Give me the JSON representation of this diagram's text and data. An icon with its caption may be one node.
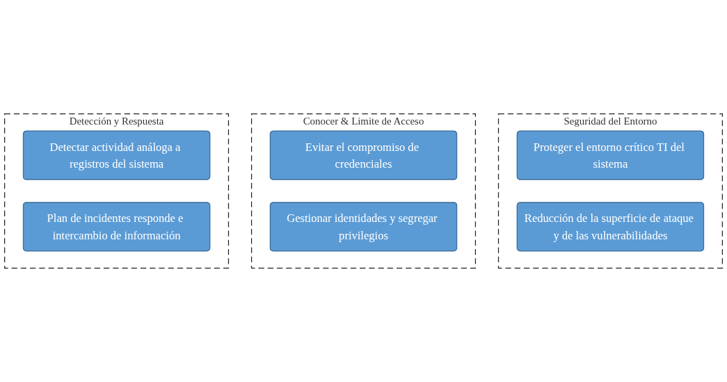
{
  "diagram": {
    "nodes": [
      {
        "text": [
          "Seguridad del Entorno"
        ]
      },
      {
        "text": [
          "Proteger el entorno crítico TI del sistema"
        ],
        "in": 0
      },
      {
        "text": [
          "Reducción de la superficie de ataque y de las vulnerabilidades"
        ],
        "in": 0
      },
      {
        "text": [
          "Conocer & Limite de Acceso"
        ]
      },
      {
        "text": [
          "Evitar el compromiso de credenciales"
        ],
        "in": 3
      },
      {
        "text": [
          "Gestionar identidades y segregar privilegios"
        ],
        "in": 3
      },
      {
        "text": [
          "Detección y Respuesta"
        ]
      },
      {
        "text": [
          "Detectar actividad análoga a registros del sistema"
        ],
        "in": 6
      },
      {
        "text": [
          "Plan de incidentes responde e intercambio de información"
        ],
        "in": 6
      }
    ]
  }
}
